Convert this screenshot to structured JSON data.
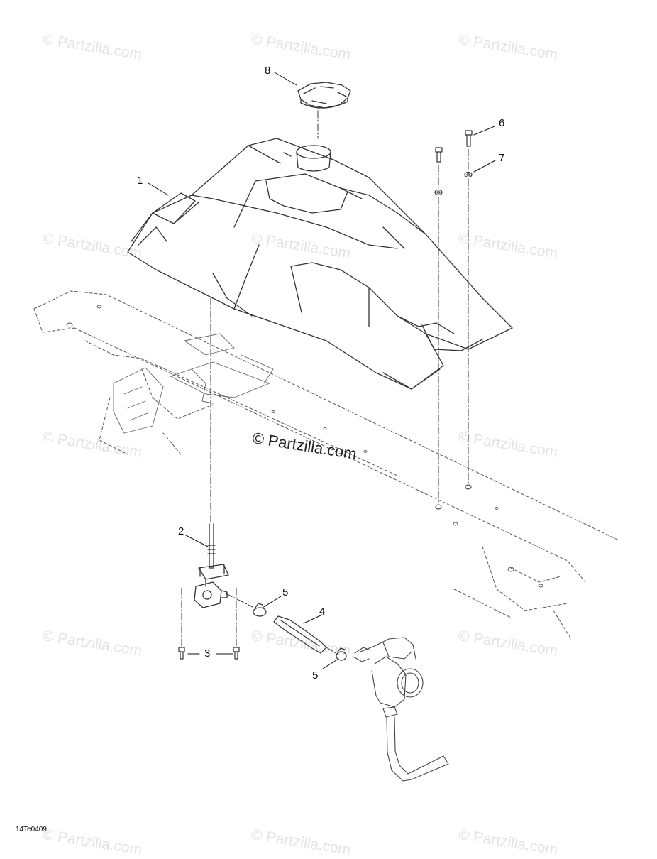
{
  "watermark": "© Partzilla.com",
  "callouts": {
    "c1": "1",
    "c2": "2",
    "c3": "3",
    "c4": "4",
    "c5a": "5",
    "c5b": "5",
    "c6": "6",
    "c7": "7",
    "c8": "8"
  },
  "drawing_code": "14Te0409",
  "colors": {
    "line": "#333333",
    "watermark": "#e3e3e3",
    "background": "#ffffff"
  }
}
